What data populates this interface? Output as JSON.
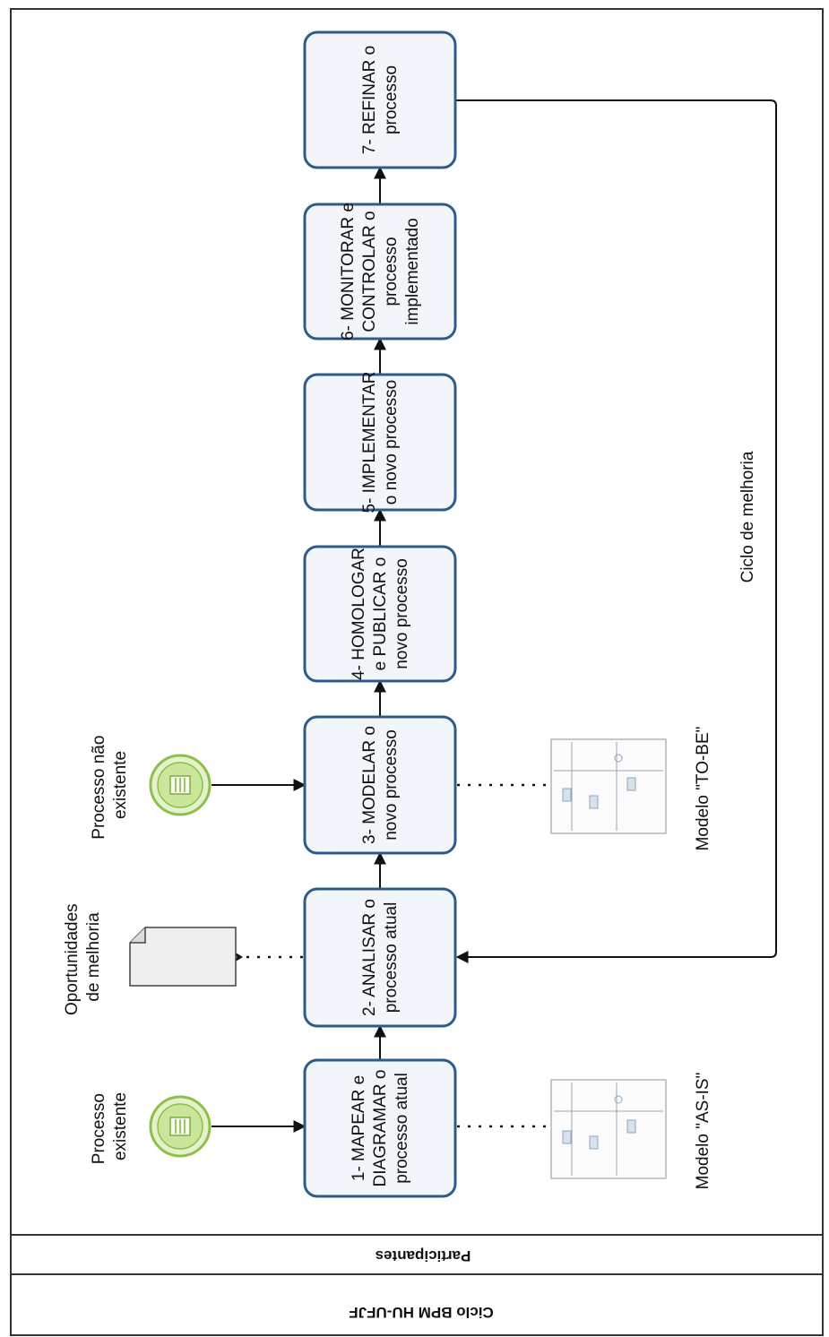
{
  "pool": {
    "title": "Ciclo BPM HU-UFJF",
    "lane": "Participantes"
  },
  "tasks": [
    {
      "id": "t1",
      "lines": [
        "1- MAPEAR e",
        "DIAGRAMAR o",
        "processo atual"
      ]
    },
    {
      "id": "t2",
      "lines": [
        "2- ANALISAR o",
        "processo atual"
      ]
    },
    {
      "id": "t3",
      "lines": [
        "3- MODELAR o",
        "novo processo"
      ]
    },
    {
      "id": "t4",
      "lines": [
        "4- HOMOLOGAR",
        "e PUBLICAR o",
        "novo processo"
      ]
    },
    {
      "id": "t5",
      "lines": [
        "5- IMPLEMENTAR",
        "o novo processo"
      ]
    },
    {
      "id": "t6",
      "lines": [
        "6- MONITORAR e",
        "CONTROLAR o",
        "processo",
        "implementado"
      ]
    },
    {
      "id": "t7",
      "lines": [
        "7- REFINAR o",
        "processo"
      ]
    }
  ],
  "events": {
    "start_existing": [
      "Processo",
      "existente"
    ],
    "start_nonexisting": [
      "Processo não",
      "existente"
    ]
  },
  "artifacts": {
    "opportunities": [
      "Oportunidades",
      "de melhoria"
    ],
    "model_as_is": "Modelo \"AS-IS\"",
    "model_to_be": "Modelo \"TO-BE\""
  },
  "loop_label": "Ciclo de melhoria",
  "colors": {
    "task_border": "#2f5b8a",
    "task_fill": "#f2f6fb",
    "event_fill": "#c9e69a",
    "event_border": "#7fb33a"
  }
}
